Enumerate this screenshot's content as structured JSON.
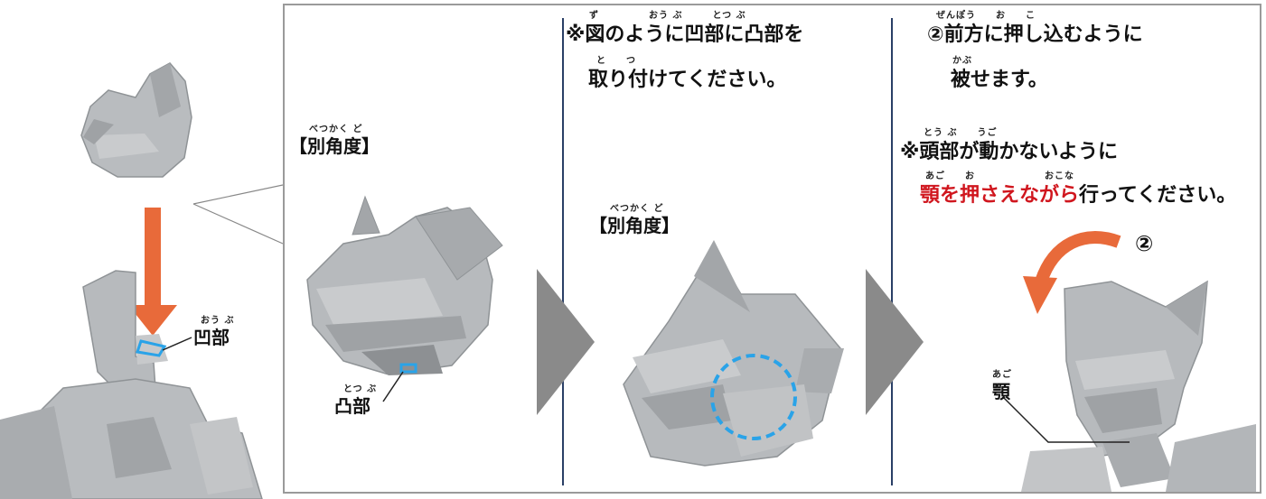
{
  "colors": {
    "accent_orange": "#e86a3a",
    "highlight_blue": "#2aa3e8",
    "warning_red": "#d0161e",
    "divider_navy": "#2a3f66",
    "arrow_gray": "#8a8a8a"
  },
  "left": {
    "concave_label": "凹部",
    "concave_ruby": "おう ぶ"
  },
  "panel1": {
    "angle_label": "【別角度】",
    "angle_ruby": "べつかく ど",
    "convex_label": "凸部",
    "convex_ruby": "とつ ぶ"
  },
  "panel2": {
    "note_line1": "※図のように凹部に凸部を",
    "note_line1_ruby": "ず　　　　　おう ぶ　　　とつ ぶ",
    "note_line2": "取り付けてください。",
    "note_line2_ruby": "と　　つ",
    "angle_label": "【別角度】",
    "angle_ruby": "べつかく ど"
  },
  "panel3": {
    "step_line1": "②前方に押し込むように",
    "step_line1_ruby": "ぜんぽう　　お　　こ",
    "step_line2": "被せます。",
    "step_line2_ruby": "かぶ",
    "warn_line1": "※頭部が動かないように",
    "warn_line1_ruby": "とう ぶ　　うご",
    "warn_line2_red": "顎を押さえながら",
    "warn_line2_black": "行ってください。",
    "warn_line2_ruby": "あご　　お　　　　　　　おこな",
    "step_marker": "②",
    "jaw_label": "顎",
    "jaw_ruby": "あご"
  }
}
